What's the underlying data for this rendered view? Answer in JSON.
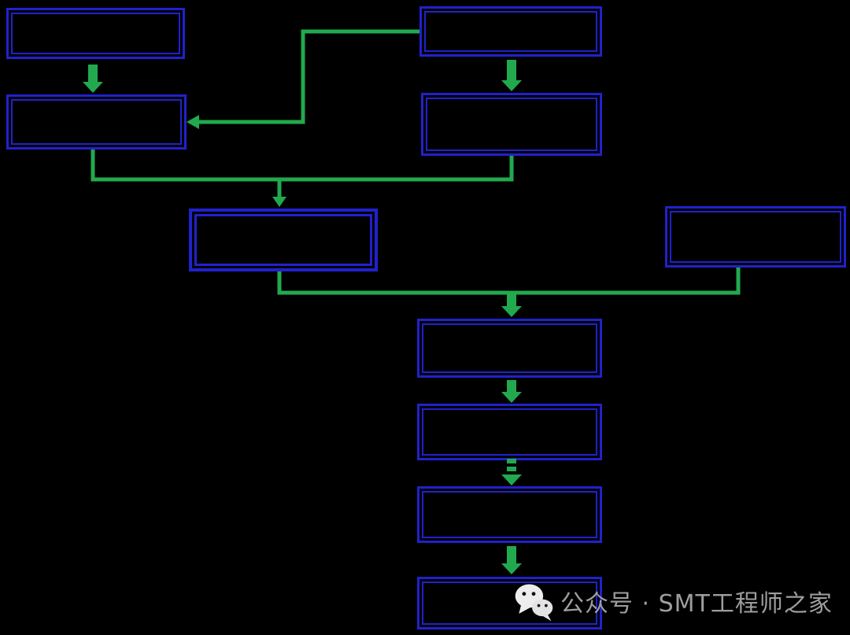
{
  "page": {
    "background": "#000000"
  },
  "colors": {
    "box_border": "#2121cc",
    "arrow": "#22a94e",
    "watermark": "#9e9e9e",
    "wechat_icon_fill": "#ededed"
  },
  "flowchart": {
    "type": "flowchart",
    "boxes": [
      {
        "id": "top-left",
        "label": ""
      },
      {
        "id": "top-right",
        "label": ""
      },
      {
        "id": "left-second",
        "label": ""
      },
      {
        "id": "right-second",
        "label": ""
      },
      {
        "id": "center",
        "label": ""
      },
      {
        "id": "far-right",
        "label": ""
      },
      {
        "id": "mid-1",
        "label": ""
      },
      {
        "id": "mid-2",
        "label": ""
      },
      {
        "id": "mid-3",
        "label": ""
      },
      {
        "id": "mid-4",
        "label": ""
      }
    ],
    "edges": [
      {
        "from": "top-left",
        "to": "left-second",
        "style": "block-arrow-down"
      },
      {
        "from": "top-right",
        "to": "right-second",
        "style": "block-arrow-down"
      },
      {
        "from": "top-right",
        "to": "left-second",
        "style": "elbow-line-arrow-left"
      },
      {
        "from": "left-second,right-second",
        "to": "center",
        "style": "merge-line-arrow-down"
      },
      {
        "from": "center,far-right",
        "to": "mid-1",
        "style": "merge-line-block-arrow-down"
      },
      {
        "from": "mid-1",
        "to": "mid-2",
        "style": "block-arrow-down"
      },
      {
        "from": "mid-2",
        "to": "mid-3",
        "style": "block-arrow-down-dashed"
      },
      {
        "from": "mid-3",
        "to": "mid-4",
        "style": "block-arrow-down"
      }
    ]
  },
  "watermark": {
    "icon": "wechat-icon",
    "text": "公众号 · SMT工程师之家"
  }
}
